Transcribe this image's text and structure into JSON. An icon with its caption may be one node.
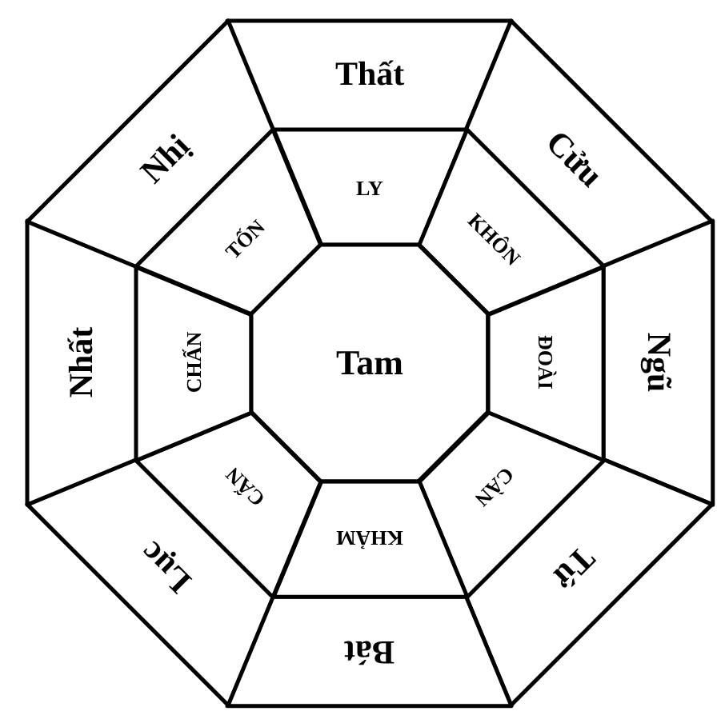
{
  "diagram": {
    "nodes": [
      {
        "text": [
          "Thất"
        ]
      },
      {
        "text": [
          "Cửu"
        ]
      },
      {
        "text": [
          "Ngũ"
        ]
      },
      {
        "text": [
          "Tứ"
        ]
      },
      {
        "text": [
          "Bát"
        ]
      },
      {
        "text": [
          "Lục"
        ]
      },
      {
        "text": [
          "Nhất"
        ]
      },
      {
        "text": [
          "Nhị"
        ]
      },
      {
        "text": [
          "LY"
        ]
      },
      {
        "text": [
          "KHÔN"
        ]
      },
      {
        "text": [
          "ĐOÀI"
        ]
      },
      {
        "text": [
          "CÀN"
        ]
      },
      {
        "text": [
          "KHẢM"
        ]
      },
      {
        "text": [
          "CẤN"
        ]
      },
      {
        "text": [
          "CHẤN"
        ]
      },
      {
        "text": [
          "TỐN"
        ]
      },
      {
        "text": [
          "Tam"
        ]
      }
    ]
  }
}
